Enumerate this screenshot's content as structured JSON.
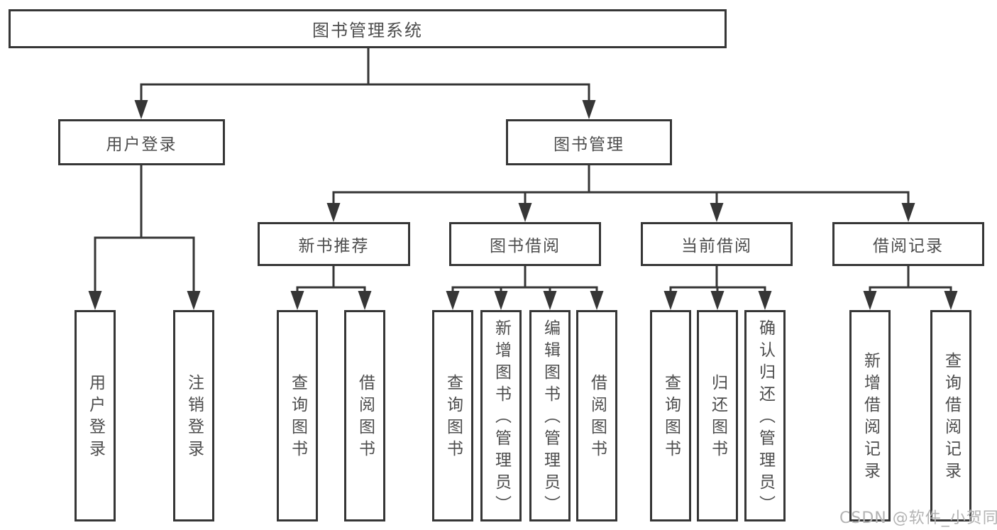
{
  "colors": {
    "line": "#363636",
    "text": "#4d4d4d",
    "background": "#ffffff",
    "watermark": "#b3b3b3"
  },
  "tree": {
    "root": {
      "label": "图书管理系统"
    },
    "children": [
      {
        "label": "用户登录",
        "children": [
          {
            "label": "用户登录"
          },
          {
            "label": "注销登录"
          }
        ]
      },
      {
        "label": "图书管理",
        "children": [
          {
            "label": "新书推荐",
            "children": [
              {
                "label": "查询图书"
              },
              {
                "label": "借阅图书"
              }
            ]
          },
          {
            "label": "图书借阅",
            "children": [
              {
                "label": "查询图书"
              },
              {
                "label": "新增图书（管理员）"
              },
              {
                "label": "编辑图书（管理员）"
              },
              {
                "label": "借阅图书"
              }
            ]
          },
          {
            "label": "当前借阅",
            "children": [
              {
                "label": "查询图书"
              },
              {
                "label": "归还图书"
              },
              {
                "label": "确认归还（管理员）"
              }
            ]
          },
          {
            "label": "借阅记录",
            "children": [
              {
                "label": "新增借阅记录"
              },
              {
                "label": "查询借阅记录"
              }
            ]
          }
        ]
      }
    ]
  },
  "watermark": {
    "text": "CSDN @软件_小贺同学"
  }
}
